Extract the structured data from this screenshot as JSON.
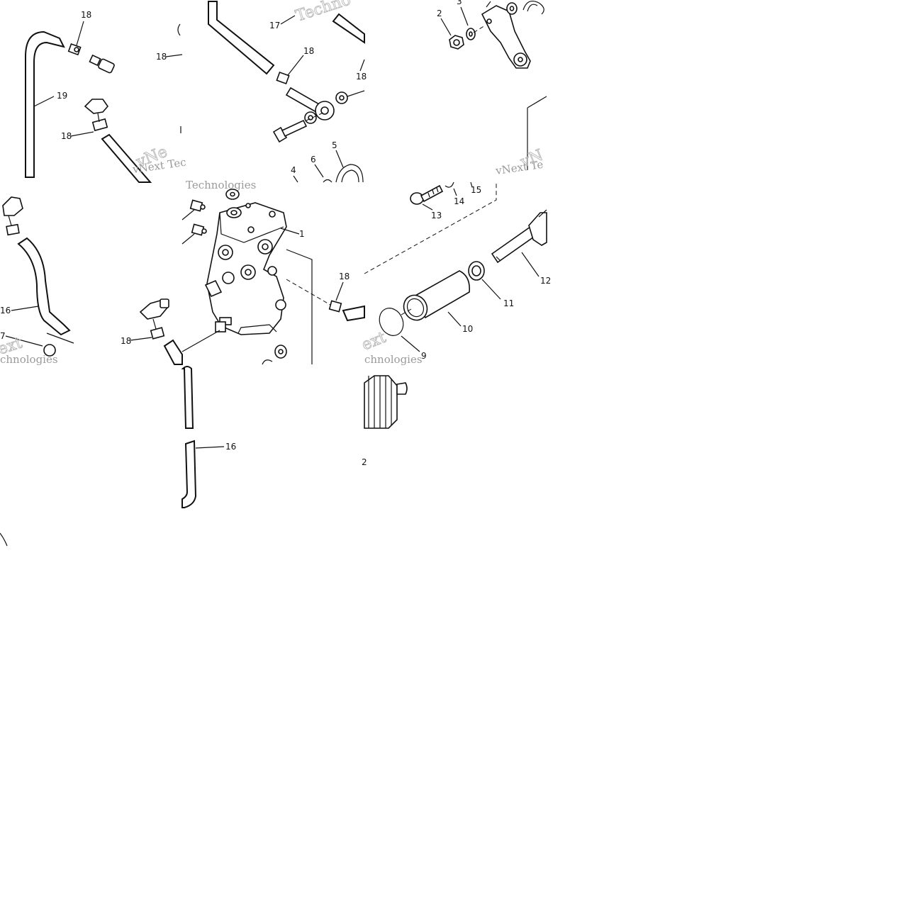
{
  "diagram": {
    "part_numbers": {
      "t1_18a": "18",
      "t1_19": "19",
      "t1_18b": "18",
      "t1_18c": "18",
      "t2_17": "17",
      "t2_18a": "18",
      "t2_18b": "18",
      "t2_6": "6",
      "t2_5": "5",
      "t2_4": "4",
      "t3_2": "2",
      "t3_3": "3",
      "t4_16": "16",
      "t4_18": "18",
      "t4_7": "7",
      "t5_1": "1",
      "t5_18": "18",
      "t6_13": "13",
      "t6_14": "14",
      "t6_15": "15",
      "t6_12": "12",
      "t6_11": "11",
      "t6_10": "10",
      "t6_9": "9",
      "t8_16": "16",
      "t9_2": "2"
    },
    "watermark": {
      "line1": "vNext Tec",
      "line2": "vNext Te",
      "line3": "Technologies",
      "line4": "Techno",
      "line5": "chnologies",
      "line6": "ext"
    }
  }
}
